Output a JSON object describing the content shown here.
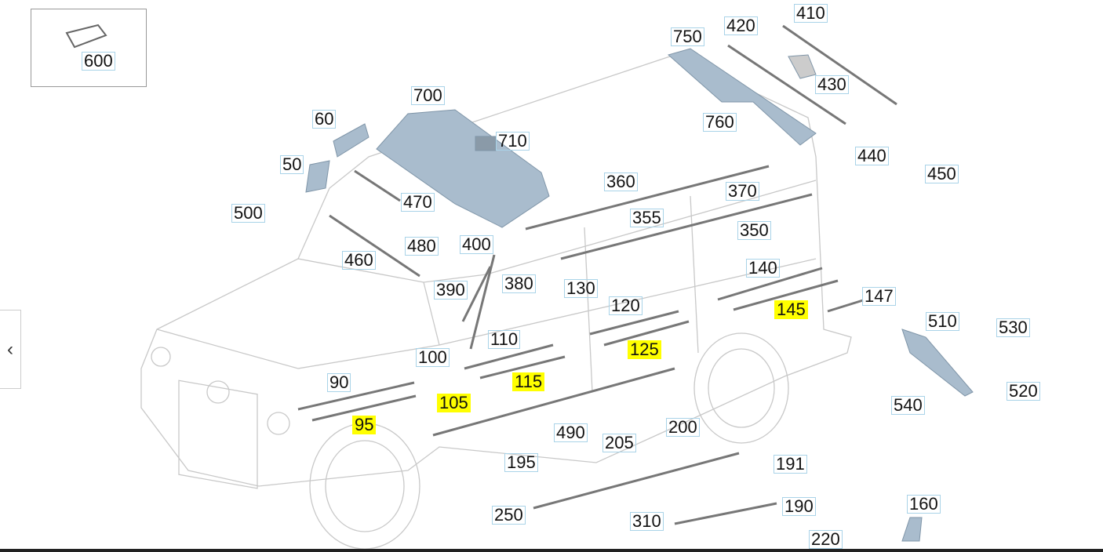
{
  "nav": {
    "prev_icon": "chevron-left-icon",
    "prev_glyph": "‹"
  },
  "colors": {
    "highlight": "#ffff00",
    "label_border": "#a9d3e8",
    "part_fill": "#a9bccd"
  },
  "callouts": [
    {
      "id": "600",
      "highlighted": false
    },
    {
      "id": "60",
      "highlighted": false
    },
    {
      "id": "700",
      "highlighted": false
    },
    {
      "id": "710",
      "highlighted": false
    },
    {
      "id": "50",
      "highlighted": false
    },
    {
      "id": "500",
      "highlighted": false
    },
    {
      "id": "470",
      "highlighted": false
    },
    {
      "id": "480",
      "highlighted": false
    },
    {
      "id": "400",
      "highlighted": false
    },
    {
      "id": "460",
      "highlighted": false
    },
    {
      "id": "390",
      "highlighted": false
    },
    {
      "id": "380",
      "highlighted": false
    },
    {
      "id": "130",
      "highlighted": false
    },
    {
      "id": "110",
      "highlighted": false
    },
    {
      "id": "100",
      "highlighted": false
    },
    {
      "id": "90",
      "highlighted": false
    },
    {
      "id": "95",
      "highlighted": true
    },
    {
      "id": "105",
      "highlighted": true
    },
    {
      "id": "115",
      "highlighted": true
    },
    {
      "id": "125",
      "highlighted": true
    },
    {
      "id": "120",
      "highlighted": false
    },
    {
      "id": "145",
      "highlighted": true
    },
    {
      "id": "147",
      "highlighted": false
    },
    {
      "id": "140",
      "highlighted": false
    },
    {
      "id": "350",
      "highlighted": false
    },
    {
      "id": "360",
      "highlighted": false
    },
    {
      "id": "355",
      "highlighted": false
    },
    {
      "id": "370",
      "highlighted": false
    },
    {
      "id": "750",
      "highlighted": false
    },
    {
      "id": "420",
      "highlighted": false
    },
    {
      "id": "410",
      "highlighted": false
    },
    {
      "id": "430",
      "highlighted": false
    },
    {
      "id": "760",
      "highlighted": false
    },
    {
      "id": "440",
      "highlighted": false
    },
    {
      "id": "450",
      "highlighted": false
    },
    {
      "id": "510",
      "highlighted": false
    },
    {
      "id": "530",
      "highlighted": false
    },
    {
      "id": "520",
      "highlighted": false
    },
    {
      "id": "540",
      "highlighted": false
    },
    {
      "id": "200",
      "highlighted": false
    },
    {
      "id": "205",
      "highlighted": false
    },
    {
      "id": "490",
      "highlighted": false
    },
    {
      "id": "195",
      "highlighted": false
    },
    {
      "id": "191",
      "highlighted": false
    },
    {
      "id": "250",
      "highlighted": false
    },
    {
      "id": "310",
      "highlighted": false
    },
    {
      "id": "190",
      "highlighted": false
    },
    {
      "id": "160",
      "highlighted": false
    },
    {
      "id": "220",
      "highlighted": false
    }
  ]
}
